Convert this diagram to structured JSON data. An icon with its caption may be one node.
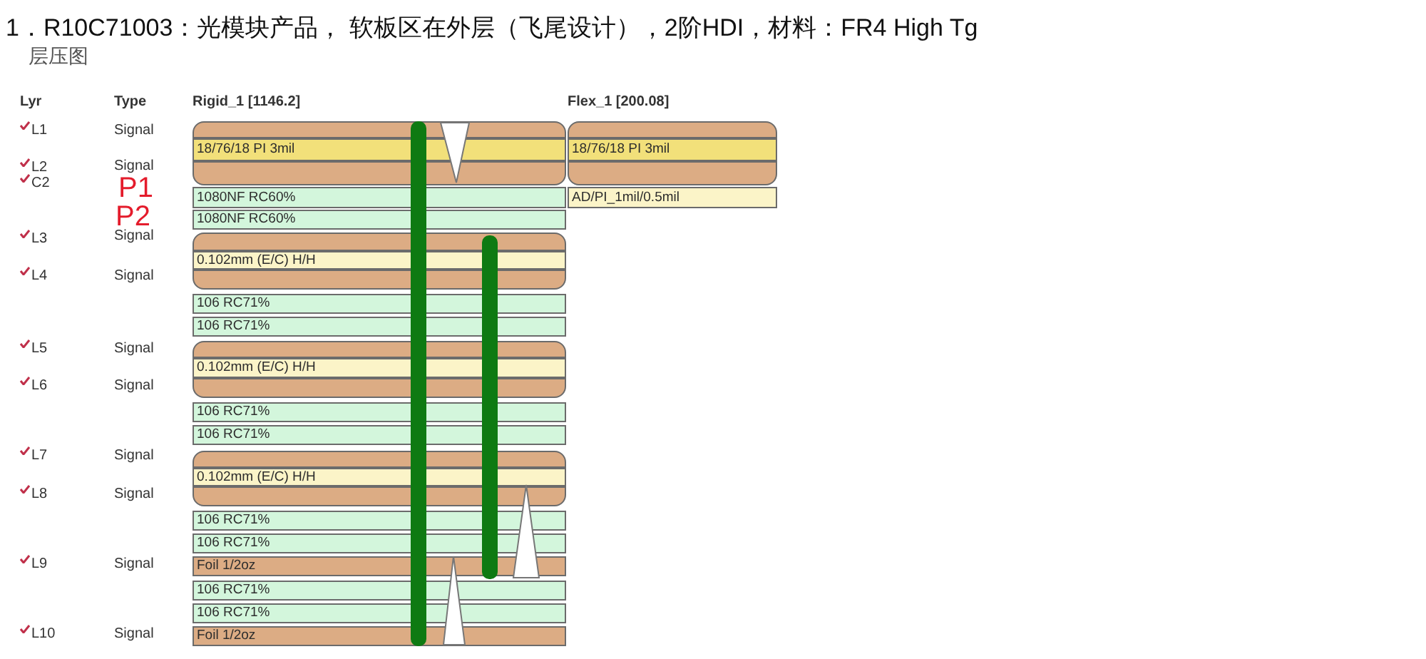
{
  "diagram": {
    "title": "1．R10C71003：光模块产品， 软板区在外层（飞尾设计），2阶HDI，材料：FR4 High Tg",
    "nodes": [
      {
        "text": [],
        "shape": "bar"
      },
      {
        "text": [],
        "shape": "bar"
      },
      {
        "text": [
          "18/76/18 PI 3mil"
        ]
      },
      {
        "text": [
          "18/76/18 PI 3mil"
        ]
      },
      {
        "text": [],
        "shape": "bar"
      },
      {
        "text": [],
        "shape": "bar"
      },
      {
        "text": [
          "1080NF RC60%"
        ]
      },
      {
        "text": [
          "AD/PI_1mil/0.5mil"
        ]
      },
      {
        "text": [
          "1080NF RC60%"
        ]
      },
      {
        "text": [],
        "shape": "bar"
      },
      {
        "text": [
          "0.102mm (E/C) H/H"
        ]
      },
      {
        "text": [],
        "shape": "bar"
      },
      {
        "text": [
          "106 RC71%"
        ]
      },
      {
        "text": [
          "106 RC71%"
        ]
      },
      {
        "text": [],
        "shape": "bar"
      },
      {
        "text": [
          "0.102mm (E/C) H/H"
        ]
      },
      {
        "text": [],
        "shape": "bar"
      },
      {
        "text": [
          "106 RC71%"
        ]
      },
      {
        "text": [
          "106 RC71%"
        ]
      },
      {
        "text": [],
        "shape": "bar"
      },
      {
        "text": [
          "0.102mm (E/C) H/H"
        ]
      },
      {
        "text": [],
        "shape": "bar"
      },
      {
        "text": [
          "106 RC71%"
        ]
      },
      {
        "text": [
          "106 RC71%"
        ]
      },
      {
        "text": [
          "Foil 1/2oz"
        ]
      },
      {
        "text": [
          "106 RC71%"
        ]
      },
      {
        "text": [
          "106 RC71%"
        ]
      },
      {
        "text": [
          "Foil 1/2oz"
        ]
      }
    ],
    "edges": [],
    "labels": [
      "层压图",
      "Lyr",
      "Type",
      "Rigid_1 [1146.2]",
      "Flex_1 [200.08]",
      "L1",
      "Signal",
      "L2",
      "Signal",
      "C2",
      "P1",
      "P2",
      "L3",
      "Signal",
      "L4",
      "Signal",
      "L5",
      "Signal",
      "L6",
      "Signal",
      "L7",
      "Signal",
      "L8",
      "Signal",
      "L9",
      "Signal",
      "L10",
      "Signal"
    ]
  }
}
